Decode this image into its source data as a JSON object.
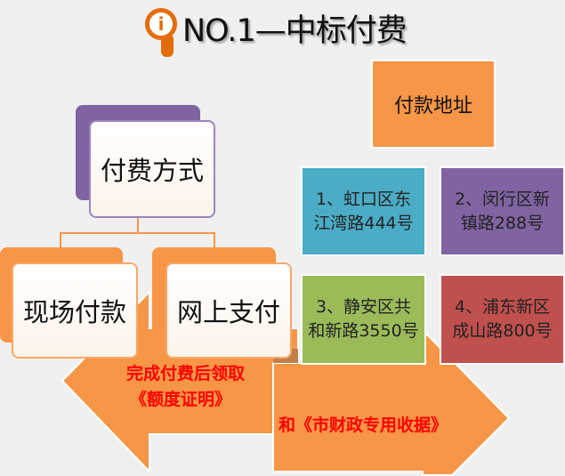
{
  "title": "NO.1—中标付费",
  "icons": {
    "title_icon": "info-pointer-icon"
  },
  "payment_methods": {
    "heading": "付费方式",
    "options": [
      "现场付款",
      "网上支付"
    ]
  },
  "payment_address": {
    "heading": "付款地址",
    "addresses": [
      {
        "line1": "1、虹口区东",
        "line2": "江湾路444号",
        "color": "#4BACC6"
      },
      {
        "line1": "2、闵行区新",
        "line2": "镇路288号",
        "color": "#8064A2"
      },
      {
        "line1": "3、静安区共",
        "line2": "和新路3550号",
        "color": "#9BBB59"
      },
      {
        "line1": "4、浦东新区",
        "line2": "成山路800号",
        "color": "#C0504D"
      }
    ]
  },
  "arrows": {
    "left_line1": "完成付费后领取",
    "left_line2": "《额度证明》",
    "right_text": "和《市财政专用收据》"
  },
  "colors": {
    "orange": "#F79646",
    "purple": "#8064A2",
    "text_red": "#FF0000"
  }
}
